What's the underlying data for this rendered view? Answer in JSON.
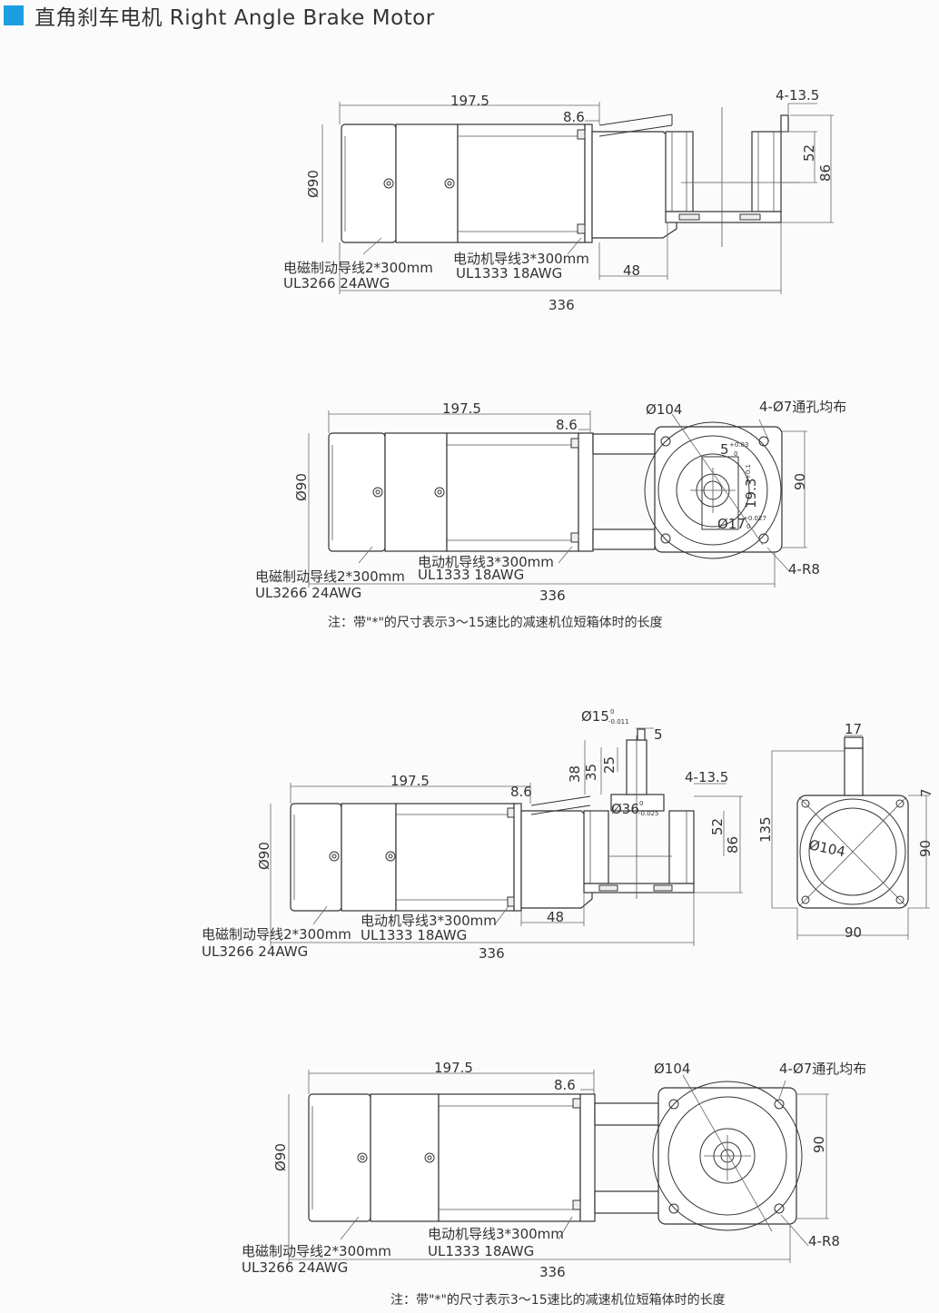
{
  "header": {
    "title": "直角刹车电机 Right Angle Brake Motor",
    "accent_color": "#1aa0e0"
  },
  "drawings": [
    {
      "labels": {
        "len_motor": "197.5",
        "len_flange": "8.6",
        "total": "336",
        "dia_body": "Ø90",
        "hole": "4-13.5",
        "h52": "52",
        "h86": "86",
        "w48": "48",
        "wire_brake_1": "电磁制动导线2*300mm",
        "wire_brake_2": "UL3266  24AWG",
        "wire_motor_1": "电动机导线3*300mm",
        "wire_motor_2": "UL1333  18AWG"
      }
    },
    {
      "labels": {
        "len_motor": "197.5",
        "len_flange": "8.6",
        "total": "336",
        "dia_body": "Ø90",
        "dia_flange": "Ø104",
        "holes": "4-Ø7通孔均布",
        "key": "5",
        "key_tol": "+0.03",
        "key_tol2": "0",
        "shaft_h": "19.3",
        "shaft_h_tol": "+0.1",
        "bore": "Ø17",
        "bore_tol": "+0.027",
        "bore_tol2": "0",
        "side90": "90",
        "radius": "4-R8",
        "wire_brake_1": "电磁制动导线2*300mm",
        "wire_brake_2": "UL3266  24AWG",
        "wire_motor_1": "电动机导线3*300mm",
        "wire_motor_2": "UL1333  18AWG",
        "note": "注：带\"*\"的尺寸表示3～15速比的减速机位短箱体时的长度"
      }
    },
    {
      "labels": {
        "len_motor": "197.5",
        "len_flange": "8.6",
        "total": "336",
        "dia_body": "Ø90",
        "shaft_dia": "Ø15",
        "shaft_tol_a": "0",
        "shaft_tol_b": "-0.011",
        "key5": "5",
        "l38": "38",
        "l35": "35",
        "l25": "25",
        "hole": "4-13.5",
        "pilot": "Ø36",
        "pilot_tol_a": "0",
        "pilot_tol_b": "-0.025",
        "h52": "52",
        "h86": "86",
        "w48": "48",
        "side_17": "17",
        "side_7": "7",
        "side_135": "135",
        "side_104": "Ø104",
        "side_90v": "90",
        "side_90h": "90",
        "wire_brake_1": "电磁制动导线2*300mm",
        "wire_brake_2": "UL3266  24AWG",
        "wire_motor_1": "电动机导线3*300mm",
        "wire_motor_2": "UL1333  18AWG"
      }
    },
    {
      "labels": {
        "len_motor": "197.5",
        "len_flange": "8.6",
        "total": "336",
        "dia_body": "Ø90",
        "dia_flange": "Ø104",
        "holes": "4-Ø7通孔均布",
        "side90": "90",
        "radius": "4-R8",
        "wire_brake_1": "电磁制动导线2*300mm",
        "wire_brake_2": "UL3266  24AWG",
        "wire_motor_1": "电动机导线3*300mm",
        "wire_motor_2": "UL1333  18AWG",
        "note": "注：带\"*\"的尺寸表示3～15速比的减速机位短箱体时的长度"
      }
    }
  ]
}
